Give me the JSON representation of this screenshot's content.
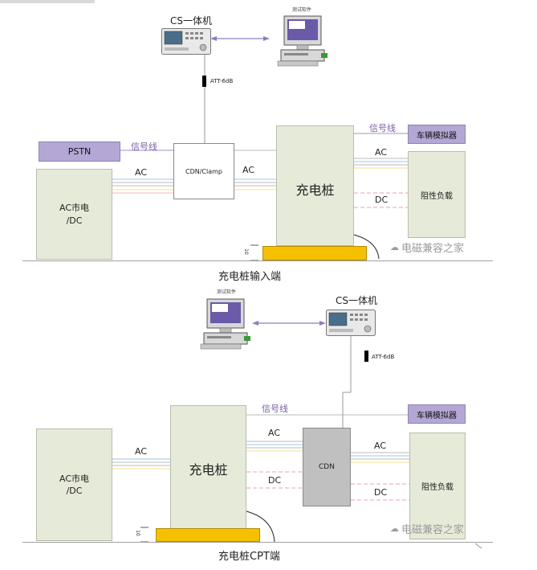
{
  "diagram_top": {
    "caption": "充电桩输入端",
    "cs_label": "CS一体机",
    "software_label": "测试软件",
    "att_label": "ATT-6dB",
    "pstn_label": "PSTN",
    "signal_line_left": "信号线",
    "signal_line_right": "信号线",
    "ac_dc_source": "AC市电\n/DC",
    "cdn_clamp": "CDN/Clamp",
    "charger": "充电桩",
    "vehicle_sim": "车辆模拟器",
    "resistive_load": "阻性负载",
    "ac_left": "AC",
    "ac_mid": "AC",
    "ac_right": "AC",
    "dc_right": "DC",
    "height_mark": "10",
    "watermark": "电磁兼容之家"
  },
  "diagram_bottom": {
    "caption": "充电桩CPT端",
    "cs_label": "CS一体机",
    "software_label": "测试软件",
    "att_label": "ATT-6dB",
    "signal_line": "信号线",
    "ac_dc_source": "AC市电\n/DC",
    "charger": "充电桩",
    "cdn": "CDN",
    "vehicle_sim": "车辆模拟器",
    "resistive_load": "阻性负载",
    "ac_left": "AC",
    "ac_mid": "AC",
    "ac_right": "AC",
    "dc_mid": "DC",
    "dc_right": "DC",
    "height_mark": "10",
    "watermark": "电磁兼容之家"
  }
}
